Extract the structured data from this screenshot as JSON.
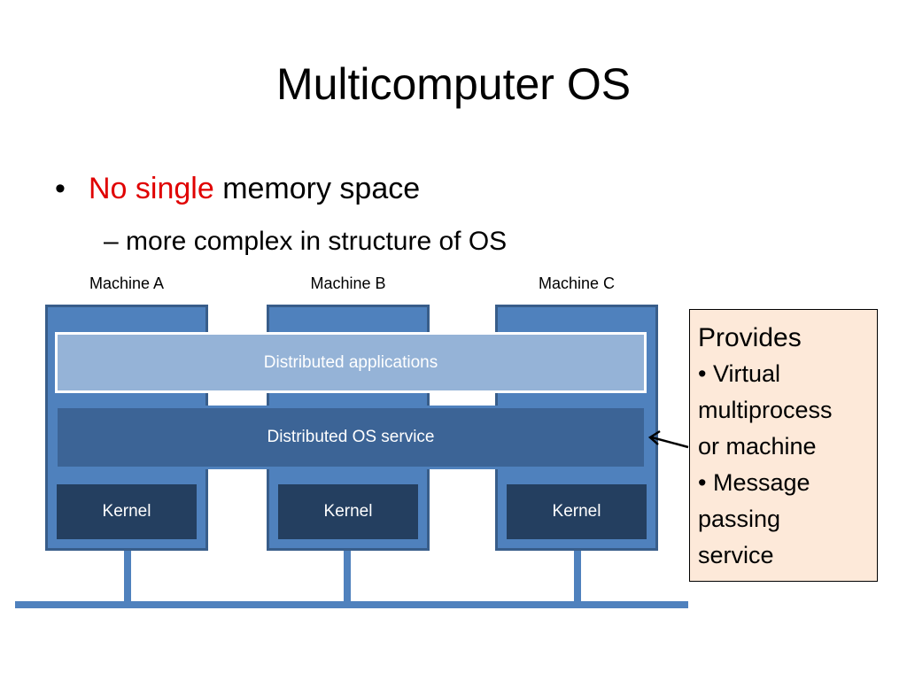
{
  "slide": {
    "title": "Multicomputer OS",
    "bullet": {
      "marker": "•",
      "emphasis": "No single",
      "rest": "memory space"
    },
    "sub_bullet": "– more complex in structure of OS"
  },
  "diagram": {
    "machines": [
      "Machine A",
      "Machine B",
      "Machine C"
    ],
    "apps_layer": "Distributed applications",
    "os_layer": "Distributed OS service",
    "kernels": [
      "Kernel",
      "Kernel",
      "Kernel"
    ]
  },
  "callout": {
    "heading": "Provides",
    "lines": [
      "• Virtual",
      "multiprocess",
      "or machine",
      "• Message",
      "passing",
      "service"
    ]
  },
  "colors": {
    "emphasis_red": "#e00000",
    "machine_blue": "#4f81bd",
    "apps_blue": "#95b3d7",
    "os_blue": "#3c6496",
    "kernel_navy": "#243f60",
    "callout_bg": "#fde9d9"
  }
}
